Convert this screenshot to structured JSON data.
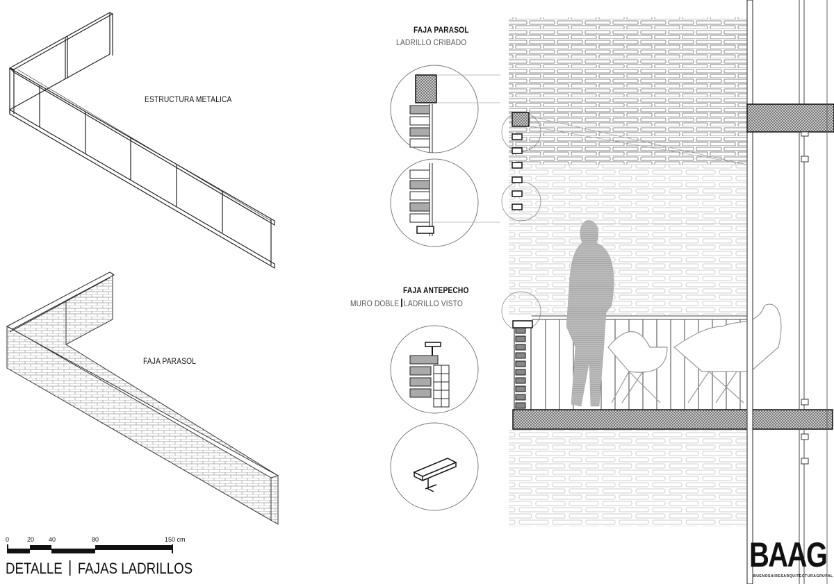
{
  "labels": {
    "estructura": "ESTRUCTURA METALICA",
    "faja_parasol_iso": "FAJA PARASOL",
    "parasol_title": "FAJA PARASOL",
    "parasol_sub": "LADRILLO CRIBADO",
    "antepecho_title": "FAJA ANTEPECHO",
    "antepecho_sub_1": "MURO DOBLE",
    "antepecho_sub_2": "LADRILLO VISTO"
  },
  "scale_bar": {
    "ticks": [
      "0",
      "20",
      "40",
      "80",
      "150 cm"
    ]
  },
  "title": {
    "part1": "DETALLE",
    "part2": "FAJAS LADRILLOS"
  },
  "logo": {
    "name": "BAAG",
    "tagline": "BUENOSAIRESARQUITECTURAGRUPAL"
  }
}
